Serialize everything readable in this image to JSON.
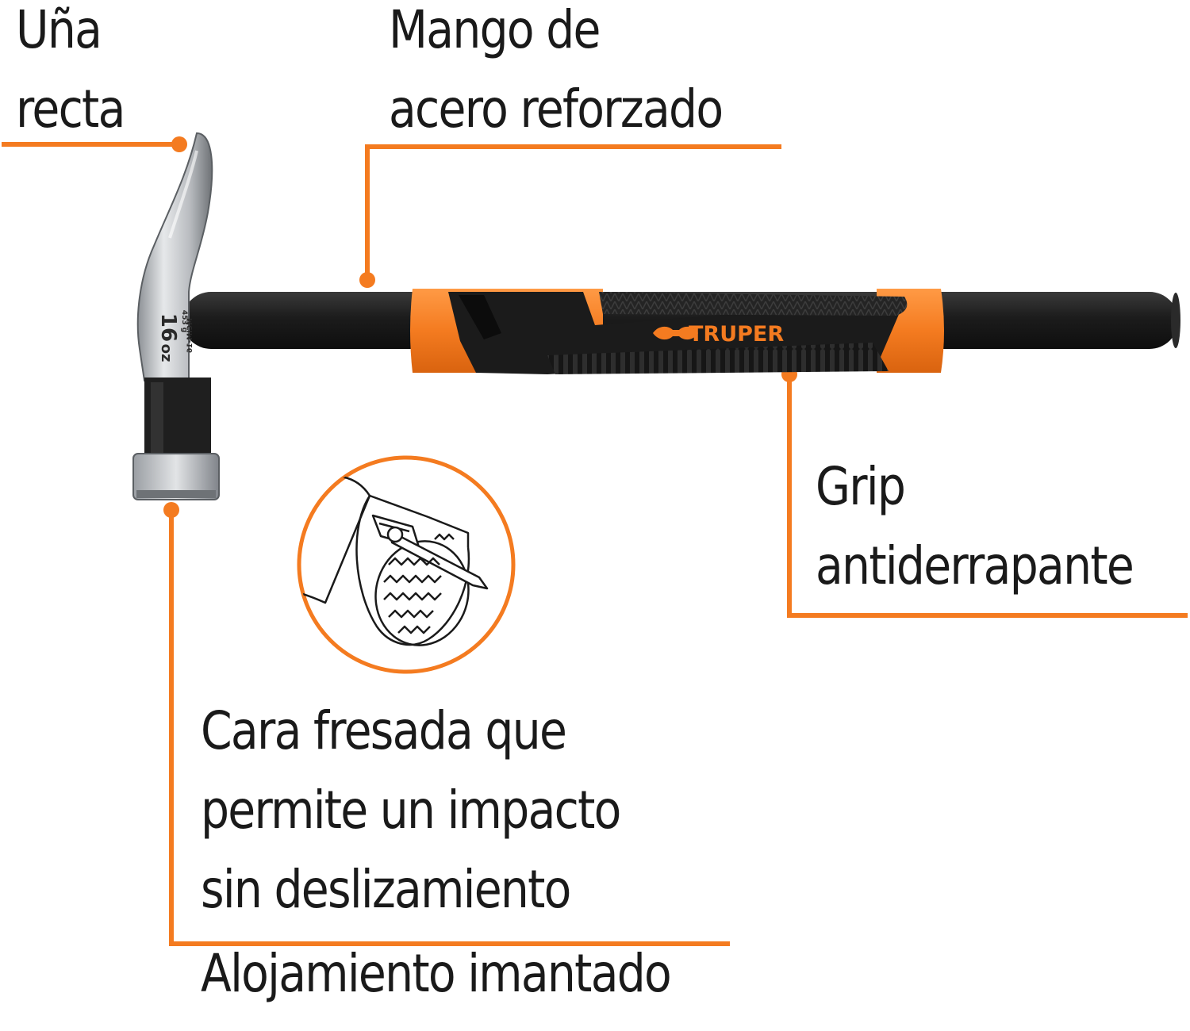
{
  "colors": {
    "accent": "#f47b20",
    "text": "#1a1a1a",
    "handle_black": "#1e1e1e",
    "steel": "#c9ccd0"
  },
  "callouts": {
    "claw": {
      "lines": [
        "Uña",
        "recta"
      ]
    },
    "handle": {
      "lines": [
        "Mango de",
        "acero reforzado"
      ]
    },
    "grip": {
      "lines": [
        "Grip",
        "antiderrapante"
      ]
    },
    "face": {
      "lines": [
        "Cara fresada que",
        "permite un impacto",
        "sin deslizamiento"
      ]
    },
    "magnet": {
      "lines": [
        "Alojamiento imantado"
      ]
    }
  },
  "hammer": {
    "brand": "TRUPER",
    "weight_oz": "16",
    "weight_unit": "oz",
    "weight_g": "453 g",
    "model": "MCIM-16"
  }
}
